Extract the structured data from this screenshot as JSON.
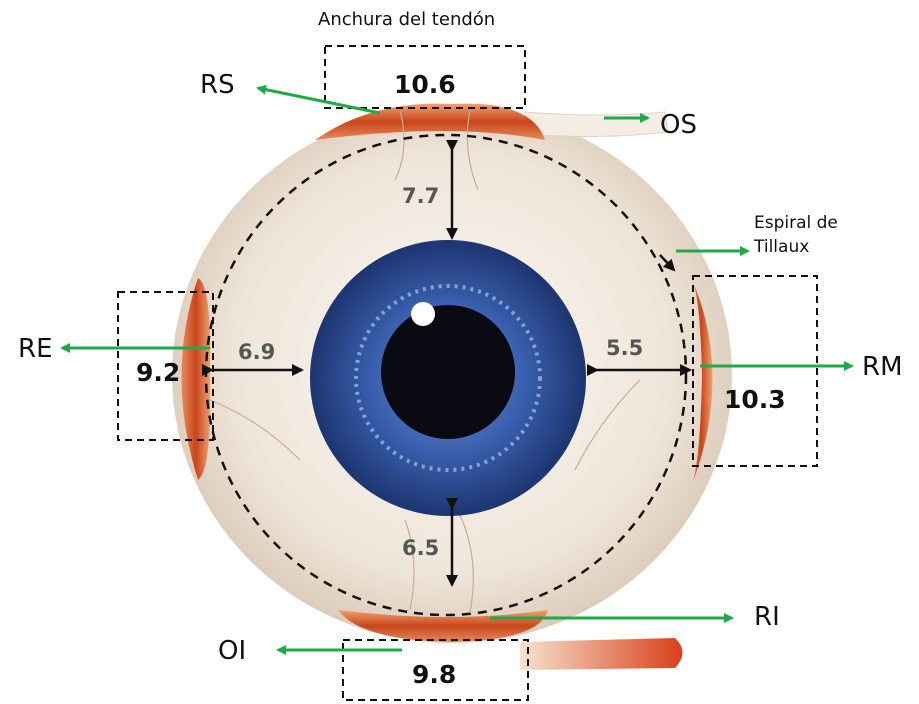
{
  "title": "Anchura del tendón",
  "labels": {
    "rs": "RS",
    "os": "OS",
    "re": "RE",
    "rm": "RM",
    "ri": "RI",
    "oi": "OI",
    "spiral_line1": "Espiral de",
    "spiral_line2": "Tillaux"
  },
  "tendon_widths": {
    "superior": "10.6",
    "lateral": "9.2",
    "medial": "10.3",
    "inferior": "9.8"
  },
  "limbus_distances": {
    "superior": "7.7",
    "lateral": "6.9",
    "medial": "5.5",
    "inferior": "6.5"
  },
  "colors": {
    "arrow": "#1faa4a",
    "iris": "#2f4f9a",
    "pupil": "#0a0a12",
    "muscle": "#c8461c",
    "sclera": "#f4eee6"
  }
}
